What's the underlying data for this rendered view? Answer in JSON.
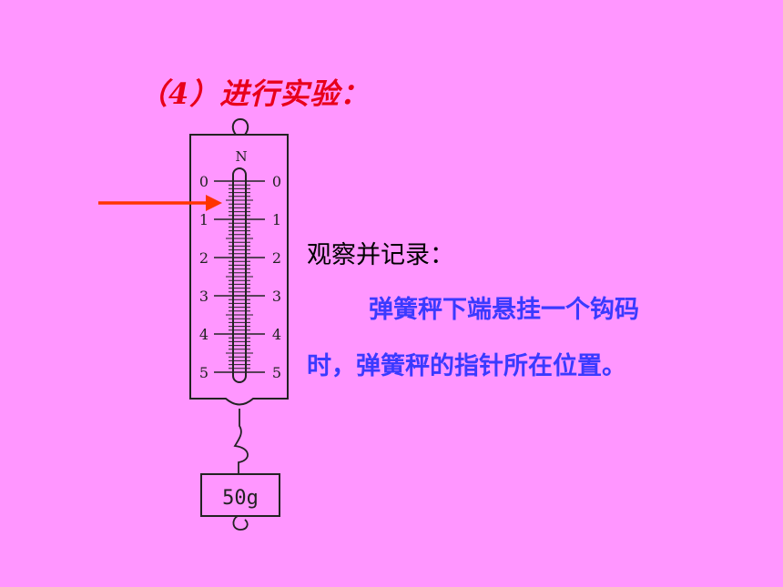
{
  "title": "（4）进行实验：",
  "scale": {
    "unit": "N",
    "left_ticks": [
      "0",
      "1",
      "2",
      "3",
      "4",
      "5"
    ],
    "right_ticks": [
      "0",
      "1",
      "2",
      "3",
      "4",
      "5"
    ],
    "weight_label": "50g"
  },
  "observe_label": "观察并记录：",
  "description": {
    "line1": "弹簧秤下端悬挂一个钩码",
    "line2": "时，弹簧秤的指针所在位置。"
  },
  "colors": {
    "background": "#ff96ff",
    "title": "#e8001a",
    "arrow": "#ff3300",
    "description": "#3a3aff"
  }
}
